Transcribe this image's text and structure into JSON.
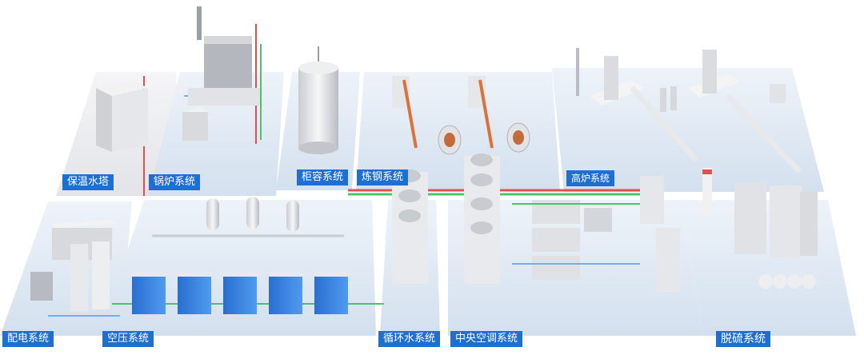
{
  "labels": {
    "insulation_tower": "保温水塔",
    "boiler_system": "锅炉系统",
    "gas_holder_system": "柜容系统",
    "steelmaking_system": "炼钢系统",
    "blast_furnace_system": "高炉系统",
    "power_distribution_system": "配电系统",
    "air_compression_system": "空压系统",
    "circulating_water_system": "循环水系统",
    "central_ac_system": "中央空调系统",
    "desulfurization_system": "脱硫系统"
  },
  "colors": {
    "label_bg": "#1f6fd1",
    "platform_blue": "#dce7f3",
    "platform_grey": "#ececef",
    "pipe_red": "#e05050",
    "pipe_green": "#4cc36a",
    "pipe_blue": "#6bb2e6",
    "compressor_blue": "#2f7fe0"
  }
}
